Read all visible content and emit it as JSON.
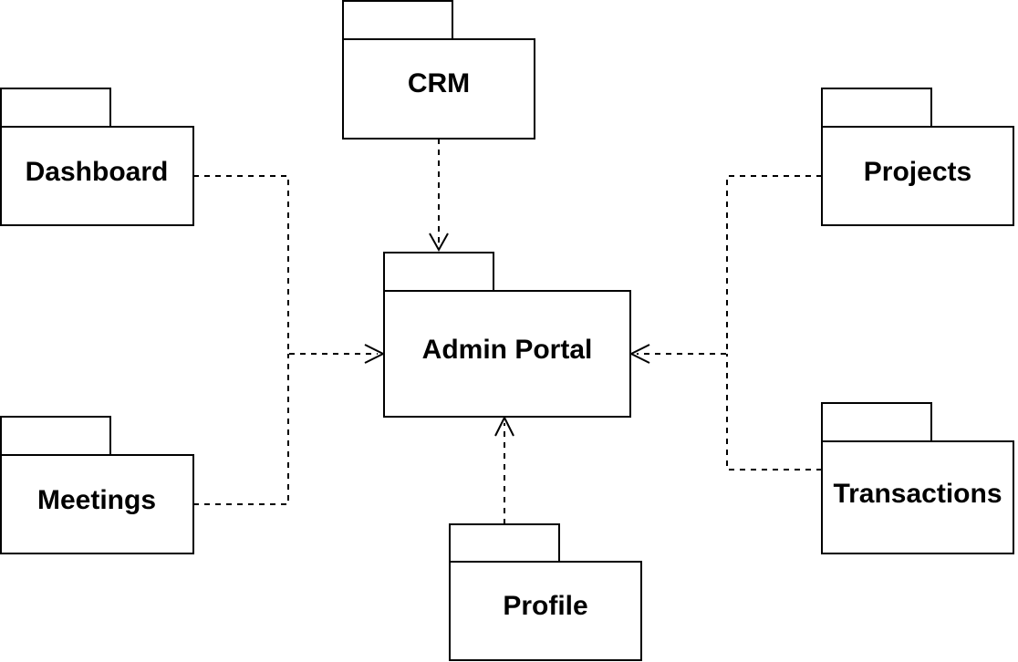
{
  "diagram": {
    "packages": {
      "crm": "CRM",
      "dashboard": "Dashboard",
      "projects": "Projects",
      "admin_portal": "Admin Portal",
      "meetings": "Meetings",
      "transactions": "Transactions",
      "profile": "Profile"
    },
    "dependencies": [
      {
        "from": "CRM",
        "to": "Admin Portal"
      },
      {
        "from": "Dashboard",
        "to": "Admin Portal"
      },
      {
        "from": "Meetings",
        "to": "Admin Portal"
      },
      {
        "from": "Projects",
        "to": "Admin Portal"
      },
      {
        "from": "Transactions",
        "to": "Admin Portal"
      },
      {
        "from": "Profile",
        "to": "Admin Portal"
      }
    ]
  }
}
